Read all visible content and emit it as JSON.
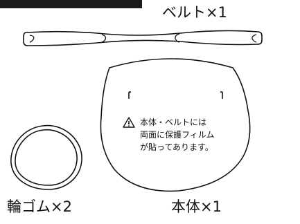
{
  "labels": {
    "belt": "ベルト×1",
    "rubber_band": "輪ゴム×2",
    "body": "本体×1"
  },
  "notice": {
    "icon": "warning-triangle-icon",
    "lines": [
      "本体・ベルトには",
      "両面に保護フィルム",
      "が貼ってあります。"
    ]
  },
  "colors": {
    "header_bar": "#1a1a1a",
    "line": "#111111",
    "background": "#ffffff"
  }
}
